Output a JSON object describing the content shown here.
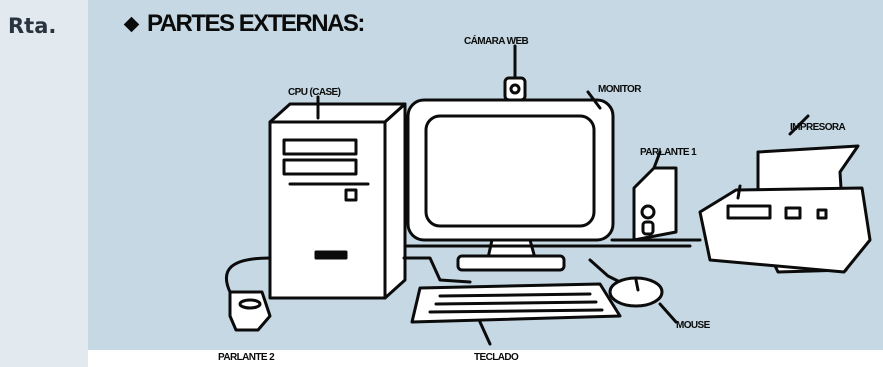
{
  "answer_prefix": "Rta.",
  "title": "PARTES EXTERNAS:",
  "labels": {
    "camara": "CÁMARA WEB",
    "cpu": "CPU (CASE)",
    "monitor": "MONITOR",
    "impresora": "IMPRESORA",
    "parlante1": "PARLANTE 1",
    "parlante2": "PARLANTE 2",
    "teclado": "TECLADO",
    "mouse": "MOUSE"
  },
  "colors": {
    "panel": "#c6d8e3",
    "page": "#e2e9ef",
    "ink": "#0b0b0b"
  }
}
